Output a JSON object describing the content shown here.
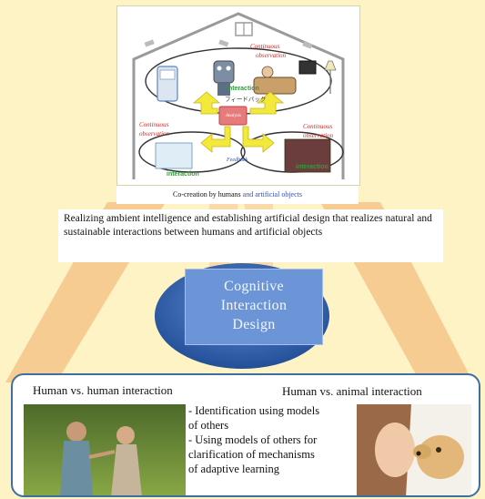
{
  "figure": {
    "labels": {
      "continuous_obs_top": [
        "Continuous",
        "observation"
      ],
      "continuous_obs_left": [
        "Continuous",
        "observation"
      ],
      "continuous_obs_right": [
        "Continuous",
        "observation"
      ],
      "interaction_top": "interaction",
      "feedback_jp": "フィードバック",
      "analysis": "Analysis",
      "feedback_en": "Feedback",
      "interaction_left": "interaction",
      "interaction_right": "interaction"
    },
    "caption_black": "Co-creation by humans",
    "caption_blue": " and artificial objects"
  },
  "realizing_text": "Realizing ambient intelligence and establishing artificial design that realizes natural and sustainable interactions between humans and artificial objects",
  "center_box": {
    "line1": "Cognitive",
    "line2": "Interaction",
    "line3": "Design"
  },
  "bottom": {
    "left_title": "Human vs. human interaction",
    "right_title": "Human vs. animal interaction",
    "bullet1_line1": "- Identification using models",
    "bullet1_line2": "of others",
    "bullet2_line1": "- Using models of others for",
    "bullet2_line2": "clarification of mechanisms",
    "bullet2_line3": "of adaptive learning"
  },
  "colors": {
    "background": "#fdf3c4",
    "beam": "#f7c990",
    "oval": "#2f5fa8",
    "box": "#6b95d6",
    "panel_border": "#3f6ea3",
    "arrow": "#f2e93a",
    "label_red": "#e0201e"
  }
}
